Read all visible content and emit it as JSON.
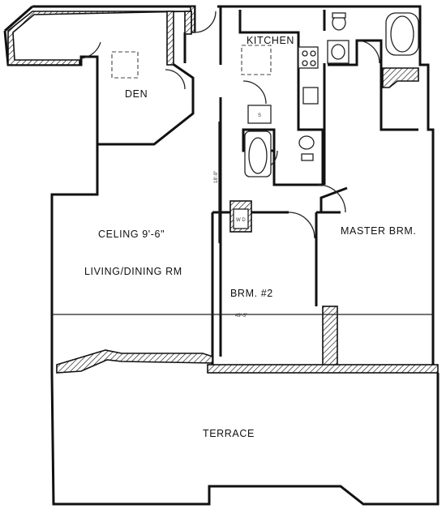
{
  "plan": {
    "rooms": {
      "den": "DEN",
      "kitchen": "KITCHEN",
      "ceiling_note": "CELING 9'-6\"",
      "living_dining": "LIVING/DINING RM",
      "bedroom2": "BRM. #2",
      "master": "MASTER BRM.",
      "terrace": "TERRACE"
    },
    "dimensions": {
      "vertical_note": "18'-9\"",
      "horizontal_note": "49'-3\""
    },
    "fixture_marks": {
      "washer_dryer": "W D",
      "closet_mark": "S"
    }
  }
}
